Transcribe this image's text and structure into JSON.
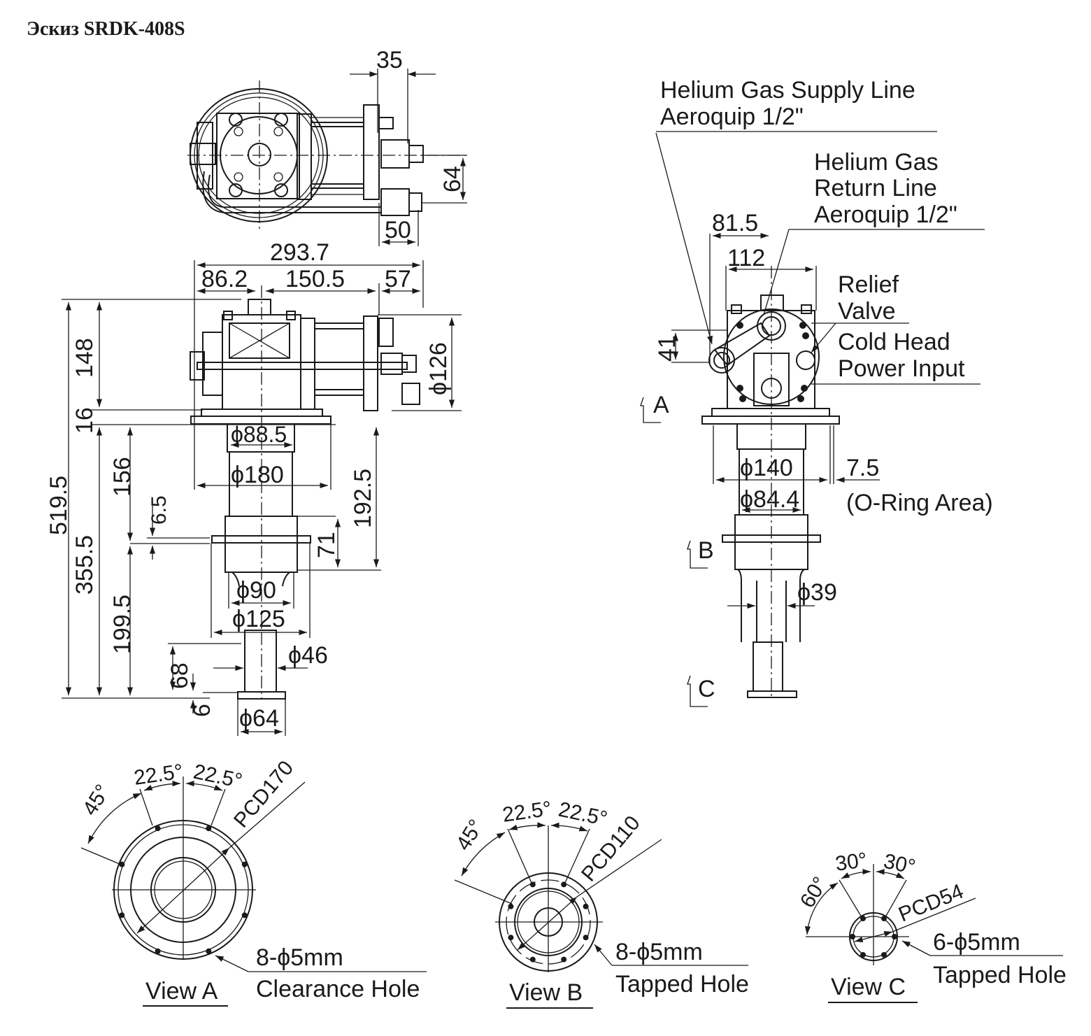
{
  "title": "Эскиз SRDK-408S",
  "top_view": {
    "dims": {
      "d35": "35",
      "d64": "64",
      "d50": "50"
    }
  },
  "side_view": {
    "dims": {
      "overall_width": "293.7",
      "w1": "86.2",
      "w2": "150.5",
      "w3": "57",
      "h148": "148",
      "h16": "16",
      "h519": "519.5",
      "h355": "355.5",
      "h156": "156",
      "h6_5": "6.5",
      "h199": "199.5",
      "h68": "68",
      "h6": "6",
      "h192": "192.5",
      "h71": "71",
      "dia126": "ϕ126",
      "dia88": "ϕ88.5",
      "dia180": "ϕ180",
      "dia90": "ϕ90",
      "dia125": "ϕ125",
      "dia46": "ϕ46",
      "dia64": "ϕ64"
    }
  },
  "front_view": {
    "labels": {
      "supply_line_1": "Helium Gas Supply Line",
      "supply_line_2": "Aeroquip 1/2\"",
      "return_line_1": "Helium Gas",
      "return_line_2": "Return Line",
      "return_line_3": "Aeroquip 1/2\"",
      "relief_1": "Relief",
      "relief_2": "Valve",
      "power_1": "Cold Head",
      "power_2": "Power Input",
      "oring": "(O-Ring Area)"
    },
    "dims": {
      "d81_5": "81.5",
      "d112": "112",
      "d41": "41",
      "dia140": "ϕ140",
      "d7_5": "7.5",
      "dia84": "ϕ84.4",
      "dia39": "ϕ39"
    },
    "section_markers": [
      "A",
      "B",
      "C"
    ]
  },
  "views": [
    {
      "name": "View A",
      "angle_outer": "45°",
      "angle_a": "22.5°",
      "angle_b": "22.5°",
      "pcd": "PCD170",
      "holes": "8-ϕ5mm",
      "hole_type": "Clearance Hole"
    },
    {
      "name": "View B",
      "angle_outer": "45°",
      "angle_a": "22.5°",
      "angle_b": "22.5°",
      "pcd": "PCD110",
      "holes": "8-ϕ5mm",
      "hole_type": "Tapped Hole"
    },
    {
      "name": "View C",
      "angle_outer": "60°",
      "angle_a": "30°",
      "angle_b": "30°",
      "pcd": "PCD54",
      "holes": "6-ϕ5mm",
      "hole_type": "Tapped Hole"
    }
  ]
}
